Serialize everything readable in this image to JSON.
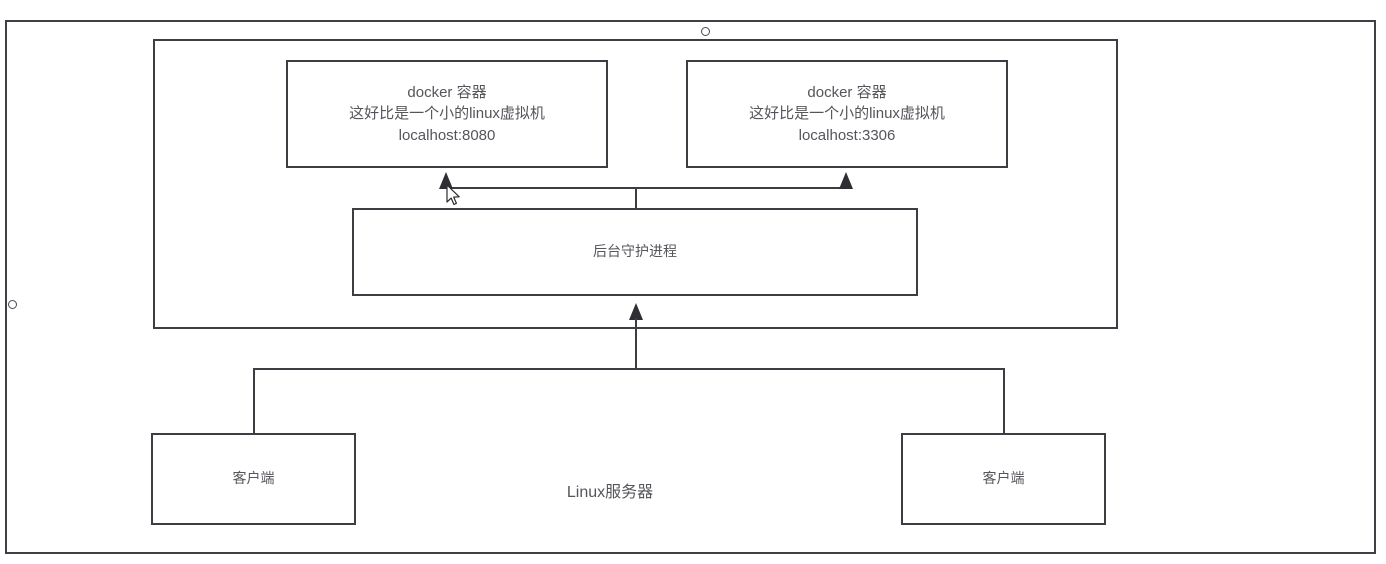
{
  "diagram": {
    "title_caption": "Linux服务器",
    "containers": [
      {
        "name": "docker-container-8080",
        "line1": "docker 容器",
        "line2": "这好比是一个小的linux虚拟机",
        "line3": "localhost:8080"
      },
      {
        "name": "docker-container-3306",
        "line1": "docker 容器",
        "line2": "这好比是一个小的linux虚拟机",
        "line3": "localhost:3306"
      }
    ],
    "daemon": {
      "label": "后台守护进程"
    },
    "clients": [
      {
        "label": "客户端"
      },
      {
        "label": "客户端"
      }
    ],
    "colors": {
      "stroke": "#3d3d44",
      "text": "#55555c",
      "background": "#ffffff",
      "arrow": "#2e2e34",
      "handle_border": "#4a4a50"
    }
  }
}
